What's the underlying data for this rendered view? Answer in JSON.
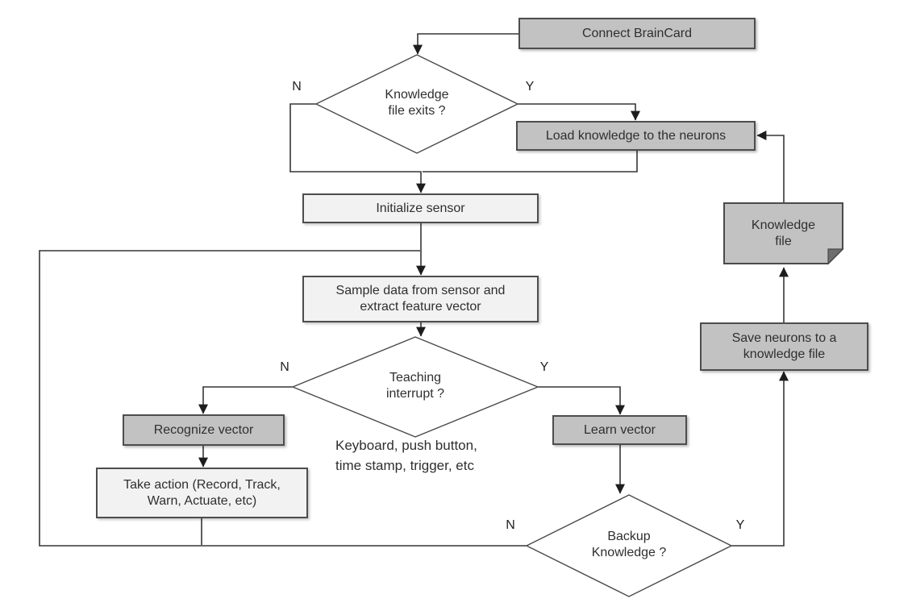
{
  "nodes": {
    "connect_braincard": {
      "label": "Connect BrainCard"
    },
    "knowledge_file_exists": {
      "line1": "Knowledge",
      "line2": "file exits ?"
    },
    "load_knowledge": {
      "label": "Load knowledge to the neurons"
    },
    "initialize_sensor": {
      "label": "Initialize sensor"
    },
    "sample_data": {
      "line1": "Sample data  from sensor and",
      "line2": "extract feature vector"
    },
    "teaching_interrupt": {
      "line1": "Teaching",
      "line2": "interrupt ?"
    },
    "recognize_vector": {
      "label": "Recognize vector"
    },
    "take_action": {
      "line1": "Take action (Record, Track,",
      "line2": "Warn, Actuate, etc)"
    },
    "learn_vector": {
      "label": "Learn vector"
    },
    "backup_knowledge": {
      "line1": "Backup",
      "line2": "Knowledge ?"
    },
    "save_neurons": {
      "line1": "Save neurons to a",
      "line2": "knowledge file"
    },
    "knowledge_file": {
      "line1": "Knowledge",
      "line2": "file"
    }
  },
  "annotations": {
    "interrupt_sources": {
      "line1": "Keyboard, push button,",
      "line2": "time stamp, trigger, etc"
    }
  },
  "branch_labels": {
    "file_exists_no": "N",
    "file_exists_yes": "Y",
    "teaching_no": "N",
    "teaching_yes": "Y",
    "backup_no": "N",
    "backup_yes": "Y"
  },
  "colors": {
    "process_fill": "#c2c2c2",
    "light_fill": "#f2f2f2",
    "decision_fill": "#ffffff",
    "border": "#4d4d4d",
    "line": "#363636",
    "text": "#2f2f2f"
  }
}
